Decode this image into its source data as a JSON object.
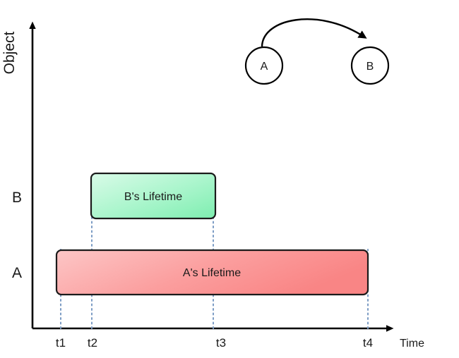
{
  "figure": {
    "title": "Object lifetime timeline with message arrow",
    "background_color": "#ffffff"
  },
  "axes": {
    "y_axis_title": "Object",
    "x_axis_title": "Time",
    "y_tick_labels": [
      "B",
      "A"
    ],
    "x_tick_labels": [
      "t1",
      "t2",
      "t3",
      "t4"
    ],
    "axis_color": "#000000",
    "guide_color": "#7b9bc4"
  },
  "sequence_nodes": [
    {
      "id": "node-a",
      "label": "A"
    },
    {
      "id": "node-b",
      "label": "B"
    }
  ],
  "message_arrow": {
    "from": "A",
    "to": "B",
    "label": ""
  },
  "lifetimes": [
    {
      "id": "lifetime-b",
      "label": "B's Lifetime",
      "object": "B",
      "start_time": "t2",
      "end_time": "t3",
      "fill_start": "#d2f7e0",
      "fill_end": "#86f0b8",
      "border_color": "#1b1b1b"
    },
    {
      "id": "lifetime-a",
      "label": "A's Lifetime",
      "object": "A",
      "start_time": "t1",
      "end_time": "t4",
      "fill_start": "#fbbfbf",
      "fill_end": "#f98787",
      "border_color": "#1b1b1b"
    }
  ],
  "chart_data": {
    "type": "bar",
    "title": "Object lifetime timeline",
    "xlabel": "Time",
    "ylabel": "Object",
    "categories": [
      "B",
      "A"
    ],
    "x_ticks": [
      "t1",
      "t2",
      "t3",
      "t4"
    ],
    "series": [
      {
        "name": "B's Lifetime",
        "start": "t2",
        "end": "t3"
      },
      {
        "name": "A's Lifetime",
        "start": "t1",
        "end": "t4"
      }
    ],
    "grid": false,
    "legend": "none"
  }
}
